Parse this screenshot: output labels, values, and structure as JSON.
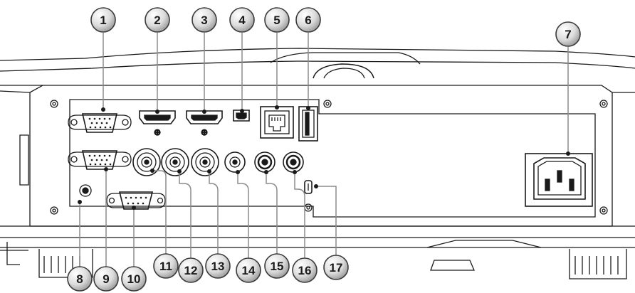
{
  "colors": {
    "line": "#1a1a1a",
    "panel": "#ffffff",
    "bubble_light": "#f2f2f2",
    "bubble_dark": "#9a9a9a",
    "leader_gray": "#8c8c8c"
  },
  "hdmi_marks": [
    "⊕",
    "⊕"
  ],
  "callouts": [
    {
      "id": 1,
      "label": "1"
    },
    {
      "id": 2,
      "label": "2"
    },
    {
      "id": 3,
      "label": "3"
    },
    {
      "id": 4,
      "label": "4"
    },
    {
      "id": 5,
      "label": "5"
    },
    {
      "id": 6,
      "label": "6"
    },
    {
      "id": 7,
      "label": "7"
    },
    {
      "id": 8,
      "label": "8"
    },
    {
      "id": 9,
      "label": "9"
    },
    {
      "id": 10,
      "label": "10"
    },
    {
      "id": 11,
      "label": "11"
    },
    {
      "id": 12,
      "label": "12"
    },
    {
      "id": 13,
      "label": "13"
    },
    {
      "id": 14,
      "label": "14"
    },
    {
      "id": 15,
      "label": "15"
    },
    {
      "id": 16,
      "label": "16"
    },
    {
      "id": 17,
      "label": "17"
    }
  ]
}
